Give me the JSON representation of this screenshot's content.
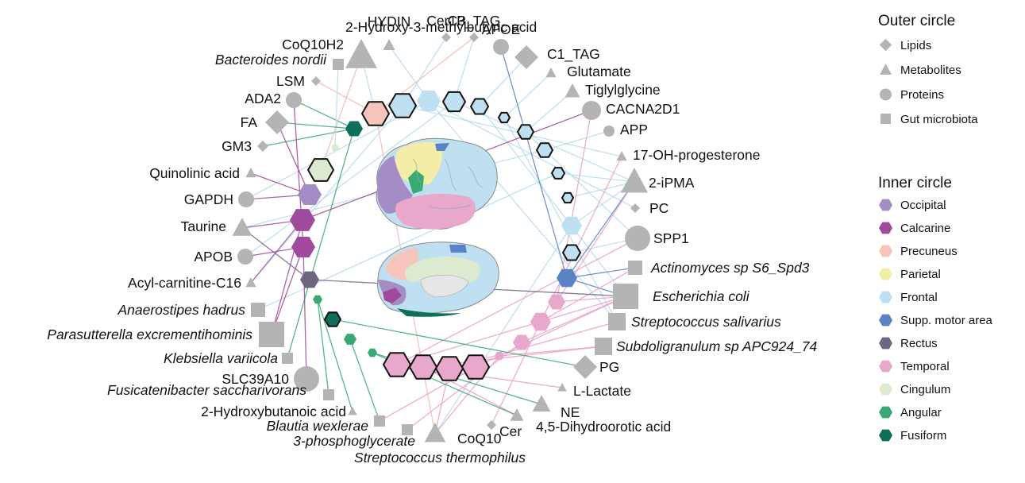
{
  "legend": {
    "outer_title": "Outer circle",
    "outer_items": [
      {
        "label": "Lipids",
        "shape": "diamond"
      },
      {
        "label": "Metabolites",
        "shape": "triangle"
      },
      {
        "label": "Proteins",
        "shape": "circle"
      },
      {
        "label": "Gut microbiota",
        "shape": "square"
      }
    ],
    "inner_title": "Inner circle",
    "inner_items": [
      {
        "key": "occipital",
        "label": "Occipital",
        "color": "#a48cc4"
      },
      {
        "key": "calcarine",
        "label": "Calcarine",
        "color": "#a04a9c"
      },
      {
        "key": "precuneus",
        "label": "Precuneus",
        "color": "#f5c5bc"
      },
      {
        "key": "parietal",
        "label": "Parietal",
        "color": "#f3eda8"
      },
      {
        "key": "frontal",
        "label": "Frontal",
        "color": "#bfe0f0"
      },
      {
        "key": "sma",
        "label": "Supp. motor area",
        "color": "#5a82c4"
      },
      {
        "key": "rectus",
        "label": "Rectus",
        "color": "#6d6683"
      },
      {
        "key": "temporal",
        "label": "Temporal",
        "color": "#e8a8cc"
      },
      {
        "key": "cingulum",
        "label": "Cingulum",
        "color": "#dcebd0"
      },
      {
        "key": "angular",
        "label": "Angular",
        "color": "#3aaa74"
      },
      {
        "key": "fusiform",
        "label": "Fusiform",
        "color": "#0f6f5a"
      }
    ]
  },
  "colors": {
    "node_gray": "#b4b4b4",
    "edge_frontal": "#b5dcef",
    "edge_temporal": "#ec9fc7",
    "edge_calcarine": "#a04a9c",
    "edge_angular": "#3aaa74",
    "edge_precuneus": "#f3b9ae",
    "edge_sma": "#5a82c4",
    "edge_rectus": "#6d6683"
  },
  "outer_nodes": [
    {
      "id": "n1",
      "label": "2-Hydroxy-3-methylbutyric acid",
      "shape": "triangle",
      "italic": false
    },
    {
      "id": "n2",
      "label": "HYDIN",
      "shape": "triangle",
      "italic": false
    },
    {
      "id": "n3",
      "label": "Cer1P",
      "shape": "diamond",
      "italic": false
    },
    {
      "id": "n4",
      "label": "C3_TAG",
      "shape": "diamond",
      "italic": false
    },
    {
      "id": "n5",
      "label": "CoQ10H2",
      "shape": "triangle",
      "italic": false
    },
    {
      "id": "n6",
      "label": "APOE",
      "shape": "circle",
      "italic": false
    },
    {
      "id": "n7",
      "label": "C1_TAG",
      "shape": "diamond",
      "italic": false
    },
    {
      "id": "n8",
      "label": "Bacteroides nordii",
      "shape": "square",
      "italic": true
    },
    {
      "id": "n9",
      "label": "Glutamate",
      "shape": "triangle",
      "italic": false
    },
    {
      "id": "n10",
      "label": "LSM",
      "shape": "diamond",
      "italic": false
    },
    {
      "id": "n11",
      "label": "Tiglylglycine",
      "shape": "triangle",
      "italic": false
    },
    {
      "id": "n12",
      "label": "ADA2",
      "shape": "circle",
      "italic": false
    },
    {
      "id": "n13",
      "label": "CACNA2D1",
      "shape": "circle",
      "italic": false
    },
    {
      "id": "n14",
      "label": "FA",
      "shape": "diamond",
      "italic": false
    },
    {
      "id": "n15",
      "label": "APP",
      "shape": "circle",
      "italic": false
    },
    {
      "id": "n16",
      "label": "GM3",
      "shape": "diamond",
      "italic": false
    },
    {
      "id": "n17",
      "label": "17-OH-progesterone",
      "shape": "triangle",
      "italic": false
    },
    {
      "id": "n18",
      "label": "Quinolinic acid",
      "shape": "triangle",
      "italic": false
    },
    {
      "id": "n19",
      "label": "2-iPMA",
      "shape": "triangle",
      "italic": false
    },
    {
      "id": "n20",
      "label": "GAPDH",
      "shape": "circle",
      "italic": false
    },
    {
      "id": "n21",
      "label": "PC",
      "shape": "diamond",
      "italic": false
    },
    {
      "id": "n22",
      "label": "Taurine",
      "shape": "triangle",
      "italic": false
    },
    {
      "id": "n23",
      "label": "SPP1",
      "shape": "circle",
      "italic": false
    },
    {
      "id": "n24",
      "label": "APOB",
      "shape": "circle",
      "italic": false
    },
    {
      "id": "n25",
      "label": "Actinomyces sp S6_Spd3",
      "shape": "square",
      "italic": true
    },
    {
      "id": "n26",
      "label": "Acyl-carnitine-C16",
      "shape": "triangle",
      "italic": false
    },
    {
      "id": "n27",
      "label": "Escherichia coli",
      "shape": "square",
      "italic": true
    },
    {
      "id": "n28",
      "label": "Anaerostipes hadrus",
      "shape": "square",
      "italic": true
    },
    {
      "id": "n29",
      "label": "Streptococcus salivarius",
      "shape": "square",
      "italic": true
    },
    {
      "id": "n30",
      "label": "Parasutterella excrementihominis",
      "shape": "square",
      "italic": true
    },
    {
      "id": "n31",
      "label": "Subdoligranulum sp APC924_74",
      "shape": "square",
      "italic": true
    },
    {
      "id": "n32",
      "label": "Klebsiella variicola",
      "shape": "square",
      "italic": true
    },
    {
      "id": "n33",
      "label": "PG",
      "shape": "diamond",
      "italic": false
    },
    {
      "id": "n34",
      "label": "SLC39A10",
      "shape": "circle",
      "italic": false
    },
    {
      "id": "n35",
      "label": "L-Lactate",
      "shape": "triangle",
      "italic": false
    },
    {
      "id": "n36",
      "label": "Fusicatenibacter saccharivorans",
      "shape": "square",
      "italic": true
    },
    {
      "id": "n37",
      "label": "NE",
      "shape": "triangle",
      "italic": false
    },
    {
      "id": "n38",
      "label": "2-Hydroxybutanoic acid",
      "shape": "triangle",
      "italic": false
    },
    {
      "id": "n39",
      "label": "Blautia wexlerae",
      "shape": "square",
      "italic": true
    },
    {
      "id": "n40",
      "label": "Cer",
      "shape": "diamond",
      "italic": false
    },
    {
      "id": "n41",
      "label": "4,5-Dihydroorotic acid",
      "shape": "triangle",
      "italic": false
    },
    {
      "id": "n42",
      "label": "3-phosphoglycerate",
      "shape": "square",
      "italic": true
    },
    {
      "id": "n43",
      "label": "CoQ10",
      "shape": "triangle",
      "italic": false
    },
    {
      "id": "n44",
      "label": "Streptococcus thermophilus",
      "shape": "square",
      "italic": true
    }
  ],
  "inner_nodes": [
    {
      "id": "h1",
      "region": "precuneus",
      "outlined": true
    },
    {
      "id": "h2",
      "region": "frontal",
      "outlined": true
    },
    {
      "id": "h3",
      "region": "frontal",
      "outlined": false
    },
    {
      "id": "h4",
      "region": "frontal",
      "outlined": true
    },
    {
      "id": "h5",
      "region": "frontal",
      "outlined": true
    },
    {
      "id": "h6",
      "region": "frontal",
      "outlined": true
    },
    {
      "id": "h7",
      "region": "frontal",
      "outlined": true
    },
    {
      "id": "h8",
      "region": "frontal",
      "outlined": true
    },
    {
      "id": "h9",
      "region": "frontal",
      "outlined": true
    },
    {
      "id": "h10",
      "region": "frontal",
      "outlined": true
    },
    {
      "id": "h11",
      "region": "frontal",
      "outlined": false
    },
    {
      "id": "h12",
      "region": "frontal",
      "outlined": true
    },
    {
      "id": "h13",
      "region": "sma",
      "outlined": false
    },
    {
      "id": "h14",
      "region": "temporal",
      "outlined": false
    },
    {
      "id": "h15",
      "region": "temporal",
      "outlined": false
    },
    {
      "id": "h16",
      "region": "temporal",
      "outlined": false
    },
    {
      "id": "h17",
      "region": "temporal",
      "outlined": false
    },
    {
      "id": "h18",
      "region": "temporal",
      "outlined": true
    },
    {
      "id": "h19",
      "region": "temporal",
      "outlined": true
    },
    {
      "id": "h20",
      "region": "temporal",
      "outlined": true
    },
    {
      "id": "h21",
      "region": "temporal",
      "outlined": true
    },
    {
      "id": "h22",
      "region": "angular",
      "outlined": false
    },
    {
      "id": "h23",
      "region": "angular",
      "outlined": false
    },
    {
      "id": "h24",
      "region": "fusiform",
      "outlined": true
    },
    {
      "id": "h25",
      "region": "angular",
      "outlined": false
    },
    {
      "id": "h26",
      "region": "rectus",
      "outlined": false
    },
    {
      "id": "h27",
      "region": "calcarine",
      "outlined": false
    },
    {
      "id": "h28",
      "region": "calcarine",
      "outlined": false
    },
    {
      "id": "h29",
      "region": "occipital",
      "outlined": false
    },
    {
      "id": "h30",
      "region": "cingulum",
      "outlined": true
    },
    {
      "id": "h31",
      "region": "cingulum",
      "outlined": false
    },
    {
      "id": "h32",
      "region": "fusiform",
      "outlined": false
    }
  ],
  "edges": [
    {
      "from": "h1",
      "to": "n44",
      "color": "precuneus"
    },
    {
      "from": "h1",
      "to": "n5",
      "color": "frontal"
    },
    {
      "from": "h2",
      "to": "n3",
      "color": "frontal"
    },
    {
      "from": "h2",
      "to": "n17",
      "color": "frontal"
    },
    {
      "from": "h3",
      "to": "n2",
      "color": "frontal"
    },
    {
      "from": "h3",
      "to": "n21",
      "color": "frontal"
    },
    {
      "from": "h3",
      "to": "n29",
      "color": "frontal"
    },
    {
      "from": "h4",
      "to": "n4",
      "color": "frontal"
    },
    {
      "from": "h4",
      "to": "n19",
      "color": "frontal"
    },
    {
      "from": "h5",
      "to": "n7",
      "color": "frontal"
    },
    {
      "from": "h5",
      "to": "n27",
      "color": "frontal"
    },
    {
      "from": "h6",
      "to": "n9",
      "color": "frontal"
    },
    {
      "from": "h6",
      "to": "n29",
      "color": "frontal"
    },
    {
      "from": "h7",
      "to": "n11",
      "color": "frontal"
    },
    {
      "from": "h7",
      "to": "n23",
      "color": "frontal"
    },
    {
      "from": "h8",
      "to": "n15",
      "color": "frontal"
    },
    {
      "from": "h8",
      "to": "n22",
      "color": "frontal"
    },
    {
      "from": "h9",
      "to": "n19",
      "color": "frontal"
    },
    {
      "from": "h9",
      "to": "n28",
      "color": "frontal"
    },
    {
      "from": "h10",
      "to": "n19",
      "color": "frontal"
    },
    {
      "from": "h11",
      "to": "n43",
      "color": "frontal"
    },
    {
      "from": "h11",
      "to": "n19",
      "color": "frontal"
    },
    {
      "from": "h12",
      "to": "n23",
      "color": "frontal"
    },
    {
      "from": "h3",
      "to": "n20",
      "color": "frontal"
    },
    {
      "from": "h2",
      "to": "n26",
      "color": "frontal"
    },
    {
      "from": "h4",
      "to": "n24",
      "color": "frontal"
    },
    {
      "from": "h13",
      "to": "n6",
      "color": "sma"
    },
    {
      "from": "h13",
      "to": "n19",
      "color": "sma"
    },
    {
      "from": "h13",
      "to": "n25",
      "color": "sma"
    },
    {
      "from": "h13",
      "to": "n27",
      "color": "sma"
    },
    {
      "from": "h14",
      "to": "n13",
      "color": "temporal"
    },
    {
      "from": "h14",
      "to": "n19",
      "color": "temporal"
    },
    {
      "from": "h14",
      "to": "n27",
      "color": "temporal"
    },
    {
      "from": "h15",
      "to": "n17",
      "color": "temporal"
    },
    {
      "from": "h15",
      "to": "n25",
      "color": "temporal"
    },
    {
      "from": "h15",
      "to": "n40",
      "color": "temporal"
    },
    {
      "from": "h16",
      "to": "n27",
      "color": "temporal"
    },
    {
      "from": "h16",
      "to": "n42",
      "color": "temporal"
    },
    {
      "from": "h17",
      "to": "n31",
      "color": "temporal"
    },
    {
      "from": "h17",
      "to": "n44",
      "color": "temporal"
    },
    {
      "from": "h18",
      "to": "n27",
      "color": "temporal"
    },
    {
      "from": "h18",
      "to": "n39",
      "color": "temporal"
    },
    {
      "from": "h19",
      "to": "n29",
      "color": "temporal"
    },
    {
      "from": "h19",
      "to": "n43",
      "color": "temporal"
    },
    {
      "from": "h20",
      "to": "n31",
      "color": "temporal"
    },
    {
      "from": "h20",
      "to": "n41",
      "color": "temporal"
    },
    {
      "from": "h21",
      "to": "n27",
      "color": "temporal"
    },
    {
      "from": "h21",
      "to": "n35",
      "color": "temporal"
    },
    {
      "from": "h21",
      "to": "n23",
      "color": "temporal"
    },
    {
      "from": "h22",
      "to": "n41",
      "color": "angular"
    },
    {
      "from": "h22",
      "to": "n37",
      "color": "angular"
    },
    {
      "from": "h23",
      "to": "n39",
      "color": "angular"
    },
    {
      "from": "h24",
      "to": "n33",
      "color": "angular"
    },
    {
      "from": "h25",
      "to": "n38",
      "color": "angular"
    },
    {
      "from": "h25",
      "to": "n36",
      "color": "angular"
    },
    {
      "from": "h32",
      "to": "n12",
      "color": "angular"
    },
    {
      "from": "h32",
      "to": "n16",
      "color": "angular"
    },
    {
      "from": "h32",
      "to": "n32",
      "color": "angular"
    },
    {
      "from": "h26",
      "to": "n27",
      "color": "rectus"
    },
    {
      "from": "h26",
      "to": "n22",
      "color": "rectus"
    },
    {
      "from": "h27",
      "to": "n12",
      "color": "calcarine"
    },
    {
      "from": "h27",
      "to": "n24",
      "color": "calcarine"
    },
    {
      "from": "h27",
      "to": "n30",
      "color": "calcarine"
    },
    {
      "from": "h27",
      "to": "n34",
      "color": "calcarine"
    },
    {
      "from": "h28",
      "to": "n22",
      "color": "calcarine"
    },
    {
      "from": "h28",
      "to": "n30",
      "color": "calcarine"
    },
    {
      "from": "h28",
      "to": "n26",
      "color": "calcarine"
    },
    {
      "from": "h28",
      "to": "n13",
      "color": "calcarine"
    },
    {
      "from": "h29",
      "to": "n18",
      "color": "calcarine"
    },
    {
      "from": "h29",
      "to": "n20",
      "color": "calcarine"
    },
    {
      "from": "h29",
      "to": "n14",
      "color": "calcarine"
    },
    {
      "from": "h30",
      "to": "n1",
      "color": "precuneus"
    },
    {
      "from": "h1",
      "to": "n10",
      "color": "precuneus"
    },
    {
      "from": "h1",
      "to": "n4",
      "color": "precuneus"
    },
    {
      "from": "h31",
      "to": "n8",
      "color": "frontal"
    },
    {
      "from": "h32",
      "to": "n14",
      "color": "angular"
    }
  ]
}
